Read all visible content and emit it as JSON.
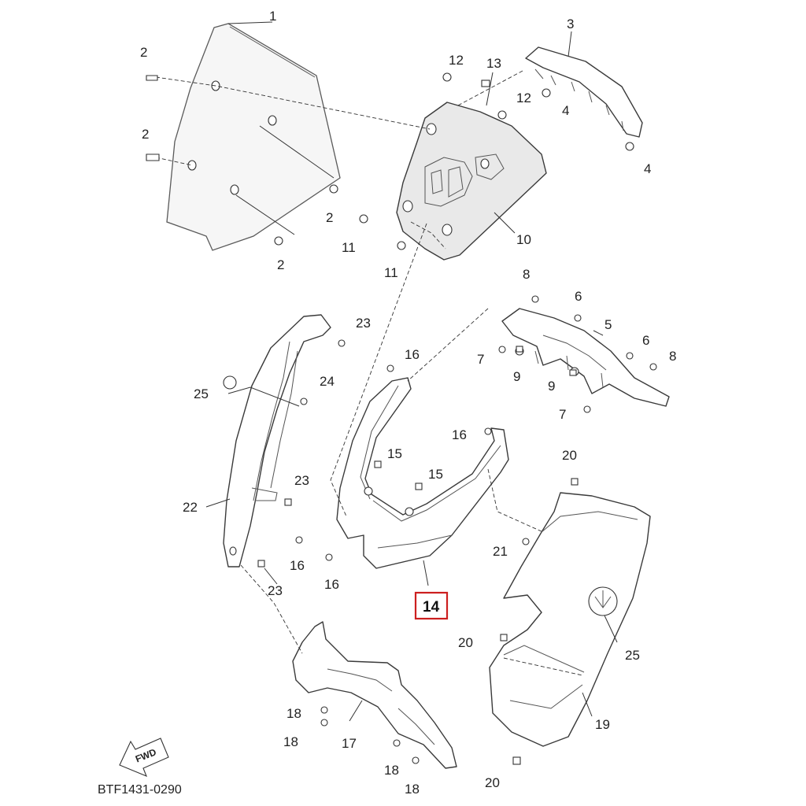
{
  "diagram_code": "BTF1431-0290",
  "direction_label": "FWD",
  "highlighted_part": "14",
  "callouts": [
    "1",
    "2",
    "2",
    "2",
    "2",
    "3",
    "4",
    "4",
    "10",
    "11",
    "11",
    "12",
    "12",
    "13",
    "5",
    "6",
    "6",
    "7",
    "7",
    "8",
    "8",
    "9",
    "9",
    "16",
    "16",
    "16",
    "16",
    "15",
    "15",
    "14",
    "20",
    "20",
    "20",
    "21",
    "19",
    "25",
    "25",
    "22",
    "23",
    "23",
    "23",
    "24",
    "17",
    "18",
    "18",
    "18",
    "18"
  ],
  "icons": [
    "fwd-arrow-icon",
    "manufacturer-emblem-icon"
  ],
  "colors": {
    "highlight": "#cc1f1f"
  }
}
